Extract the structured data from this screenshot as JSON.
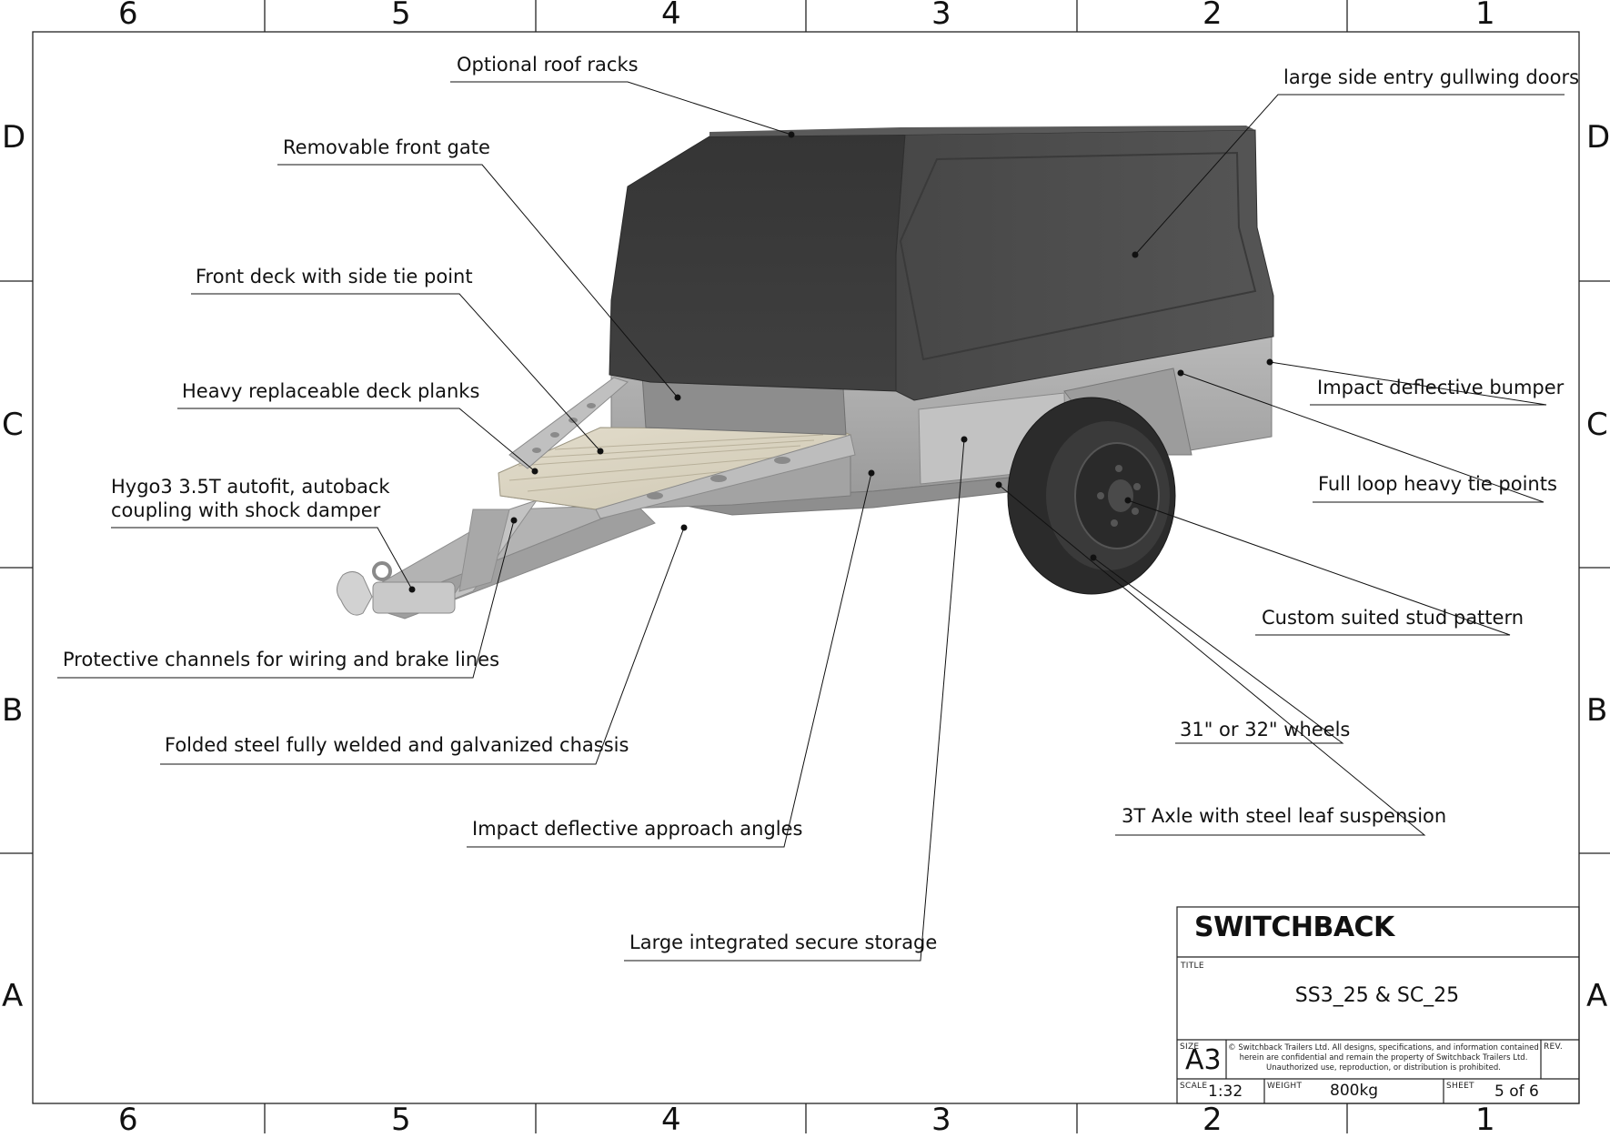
{
  "zones": {
    "columns": [
      "6",
      "5",
      "4",
      "3",
      "2",
      "1"
    ],
    "rows": [
      "D",
      "C",
      "B",
      "A"
    ]
  },
  "callouts": [
    {
      "id": "roof-racks",
      "text": "Optional roof racks"
    },
    {
      "id": "gullwing-doors",
      "text": "large side entry gullwing doors"
    },
    {
      "id": "front-gate",
      "text": "Removable front gate"
    },
    {
      "id": "front-deck",
      "text": "Front deck with side tie point"
    },
    {
      "id": "deck-planks",
      "text": "Heavy replaceable deck planks"
    },
    {
      "id": "coupling",
      "lines": [
        "Hygo3 3.5T autofit, autoback",
        "coupling with shock damper"
      ]
    },
    {
      "id": "bumper",
      "text": "Impact deflective bumper"
    },
    {
      "id": "tie-points",
      "text": "Full loop heavy tie points"
    },
    {
      "id": "stud-pattern",
      "text": "Custom suited stud pattern"
    },
    {
      "id": "channels",
      "text": "Protective channels for wiring and brake lines"
    },
    {
      "id": "wheels",
      "text": "31\" or 32\" wheels"
    },
    {
      "id": "chassis",
      "text": "Folded steel fully welded and galvanized chassis"
    },
    {
      "id": "axle",
      "text": "3T Axle with steel leaf suspension"
    },
    {
      "id": "approach",
      "text": "Impact deflective approach angles"
    },
    {
      "id": "storage",
      "text": "Large integrated secure storage"
    }
  ],
  "title_block": {
    "logo": "SWITCHBACK",
    "title_label": "TITLE",
    "title": "SS3_25 & SC_25",
    "size_label": "SIZE",
    "size": "A3",
    "copyright": "© Switchback Trailers Ltd. All designs, specifications, and information contained herein are confidential and remain the property of Switchback Trailers Ltd. Unauthorized use, reproduction, or distribution is prohibited.",
    "rev_label": "REV.",
    "scale_label": "SCALE",
    "scale": "1:32",
    "weight_label": "WEIGHT",
    "weight": "800kg",
    "sheet_label": "SHEET",
    "sheet": "5 of 6"
  },
  "colors": {
    "canopy": "#3a3a3a",
    "canopy_side": "#4a4a4a",
    "body_metal": "#a9a9a9",
    "body_light": "#c8c8c8",
    "deck": "#d8d2c0",
    "tyre": "#2a2a2a",
    "line": "#111111"
  }
}
